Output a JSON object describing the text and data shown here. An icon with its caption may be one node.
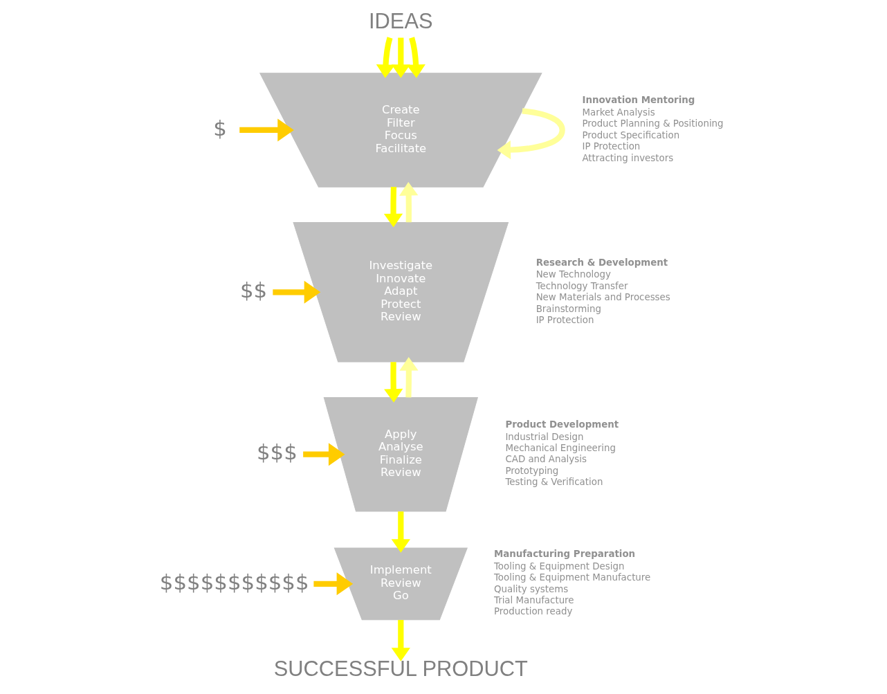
{
  "diagram": {
    "nodes": [
      {
        "text": [
          "IDEAS"
        ]
      },
      {
        "text": [
          "Create Filter Focus Facilitate"
        ],
        "beside": [
          "Innovation Mentoring",
          "Market Analysis",
          "Product Planning & Positioning",
          "Product Specification",
          "IP Protection",
          "Attracting investors"
        ]
      },
      {
        "text": [
          "Investigate Innovate Adapt Protect Review"
        ],
        "beside": [
          "Research & Development",
          "New Technology",
          "Technology Transfer",
          "New Materials and Processes",
          "Brainstorming",
          "IP Protection"
        ]
      },
      {
        "text": [
          "Apply Analyse Finalize Review"
        ],
        "beside": [
          "Product Development",
          "Industrial Design",
          "Mechanical Engineering",
          "CAD and Analysis",
          "Prototyping",
          "Testing & Verification"
        ]
      },
      {
        "text": [
          "Implement Review Go"
        ],
        "beside": [
          "Manufacturing Preparation",
          "Tooling & Equipment Design",
          "Tooling & Equipment Manufacture",
          "Quality systems",
          "Trial Manufacture",
          "Production ready"
        ]
      },
      {
        "text": [
          "SUCCESSFUL PRODUCT"
        ]
      },
      {
        "text": [
          "$"
        ]
      },
      {
        "text": [
          "$$"
        ]
      },
      {
        "text": [
          "$$$"
        ]
      },
      {
        "text": [
          "$$$$$$$$$$$"
        ]
      }
    ],
    "edges": [
      {
        "from": 0,
        "to": 1,
        "arrow": "to"
      },
      {
        "from": 0,
        "to": 1,
        "arrow": "to"
      },
      {
        "from": 0,
        "to": 1,
        "arrow": "to"
      },
      {
        "from": 1,
        "to": 1,
        "arrow": "to",
        "color": "#ffff99"
      },
      {
        "from": 1,
        "to": 2,
        "arrow": "to"
      },
      {
        "from": 2,
        "to": 1,
        "arrow": "to",
        "color": "#ffff99"
      },
      {
        "from": 2,
        "to": 3,
        "arrow": "to"
      },
      {
        "from": 3,
        "to": 2,
        "arrow": "to",
        "color": "#ffff99"
      },
      {
        "from": 3,
        "to": 4,
        "arrow": "to"
      },
      {
        "from": 4,
        "to": 5,
        "arrow": "to"
      },
      {
        "from": 6,
        "to": 1,
        "arrow": "to",
        "color": "#ffcc00"
      },
      {
        "from": 7,
        "to": 2,
        "arrow": "to",
        "color": "#ffcc00"
      },
      {
        "from": 8,
        "to": 3,
        "arrow": "to",
        "color": "#ffcc00"
      },
      {
        "from": 9,
        "to": 4,
        "arrow": "to",
        "color": "#ffcc00"
      }
    ]
  }
}
